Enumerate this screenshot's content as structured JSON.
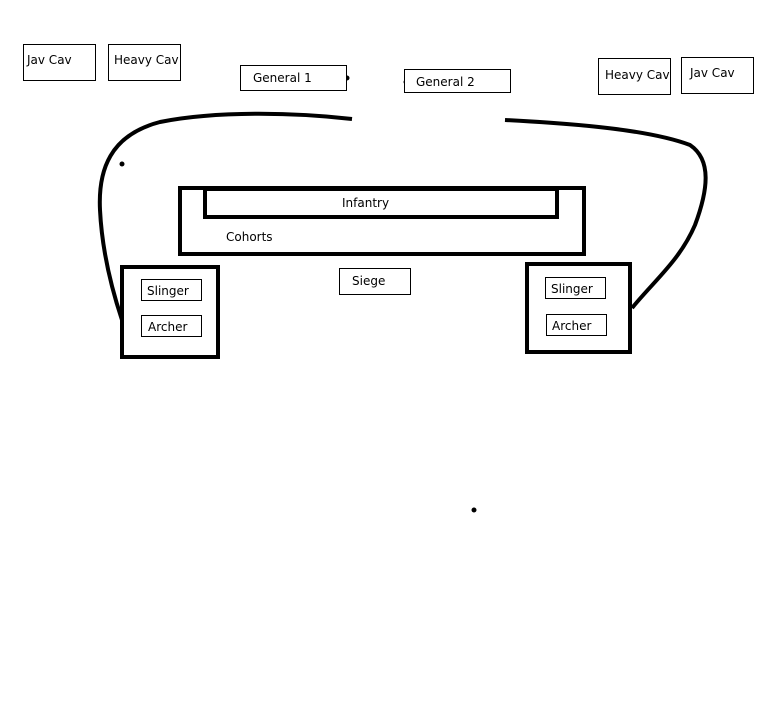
{
  "top_left": {
    "jav_cav": "Jav Cav",
    "heavy_cav": "Heavy Cav"
  },
  "generals": {
    "general_1": "General 1",
    "general_2": "General 2"
  },
  "top_right": {
    "heavy_cav": "Heavy Cav",
    "jav_cav": "Jav Cav"
  },
  "center": {
    "infantry": "Infantry",
    "cohorts": "Cohorts",
    "siege": "Siege"
  },
  "left_flank": {
    "slinger": "Slinger",
    "archer": "Archer"
  },
  "right_flank": {
    "slinger": "Slinger",
    "archer": "Archer"
  }
}
